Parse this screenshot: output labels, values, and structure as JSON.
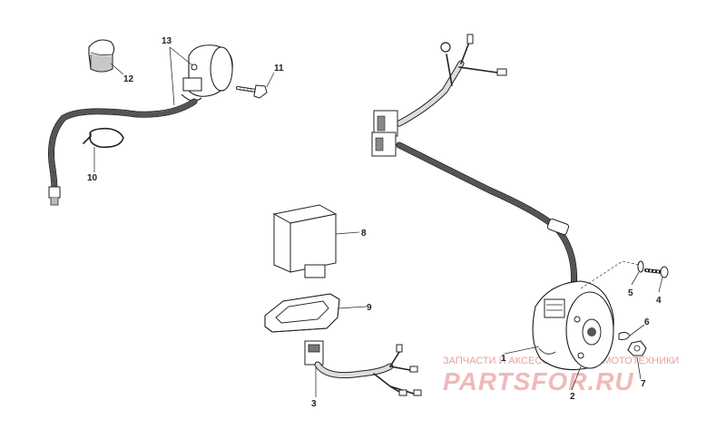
{
  "callouts": {
    "p1": "1",
    "p2": "2",
    "p3": "3",
    "p4": "4",
    "p5": "5",
    "p6": "6",
    "p7": "7",
    "p8": "8",
    "p9": "9",
    "p10": "10",
    "p11": "11",
    "p12": "12",
    "p13": "13"
  },
  "watermark": {
    "tagline": "ЗАПЧАСТИ И АКСЕССУАРЫ ДЛЯ МОТОТЕХНИКИ",
    "logo": "PARTSFOR.RU",
    "color": "#f2b8b8"
  }
}
